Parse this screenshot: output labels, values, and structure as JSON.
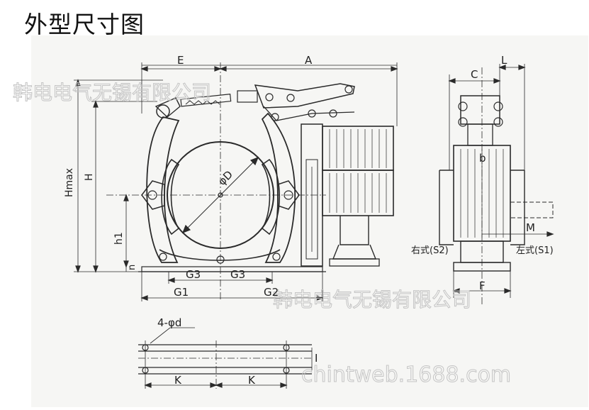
{
  "title": "外型尺寸图",
  "labels": {
    "E_top": "E",
    "A": "A",
    "Hmax": "Hmax",
    "H": "H",
    "h1": "h1",
    "n": "n",
    "D": "φD",
    "G3_left": "G3",
    "G3_right": "G3",
    "G1": "G1",
    "G2": "G2",
    "C": "C",
    "L": "L",
    "b": "b",
    "M": "M",
    "S2": "右式(S2)",
    "S1": "左式(S1)",
    "F": "F",
    "d": "4-φd",
    "K_left": "K",
    "K_right": "K",
    "I": "I"
  },
  "watermarks": {
    "top": "韩电电气无锡有限公司",
    "bottom": "韩电电气无锡有限公司",
    "site": "chintweb.1688.com"
  }
}
